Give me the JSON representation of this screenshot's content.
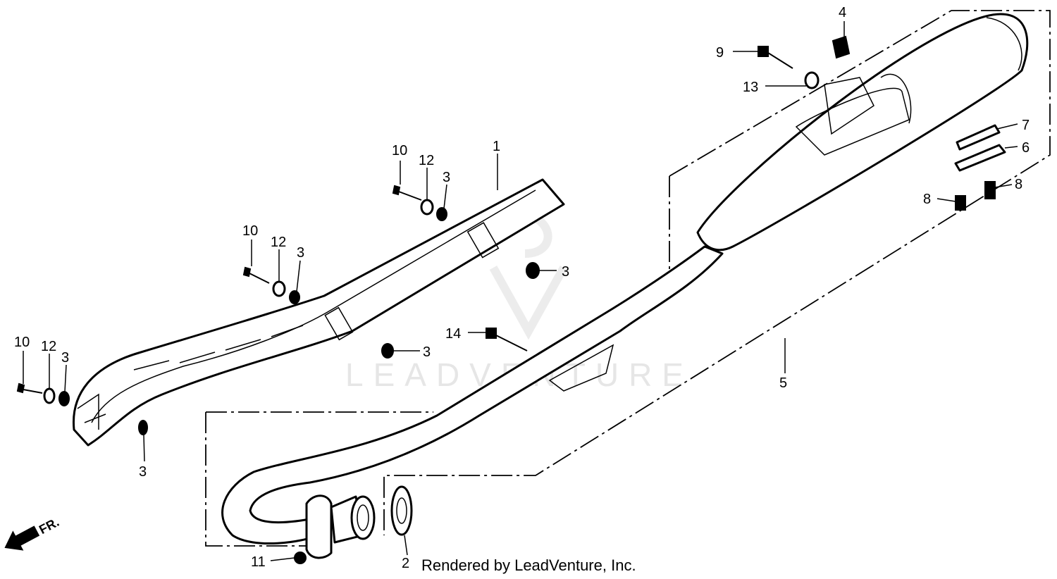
{
  "watermark": {
    "text": "LEADVENTURE"
  },
  "credit": "Rendered by LeadVenture, Inc.",
  "direction_label": "FR.",
  "callouts": {
    "c1": "1",
    "c2": "2",
    "c3a": "3",
    "c3b": "3",
    "c3c": "3",
    "c3d": "3",
    "c3e": "3",
    "c3f": "3",
    "c4": "4",
    "c5": "5",
    "c6": "6",
    "c7": "7",
    "c8a": "8",
    "c8b": "8",
    "c9": "9",
    "c10a": "10",
    "c10b": "10",
    "c10c": "10",
    "c11": "11",
    "c12a": "12",
    "c12b": "12",
    "c12c": "12",
    "c13": "13",
    "c14": "14"
  }
}
